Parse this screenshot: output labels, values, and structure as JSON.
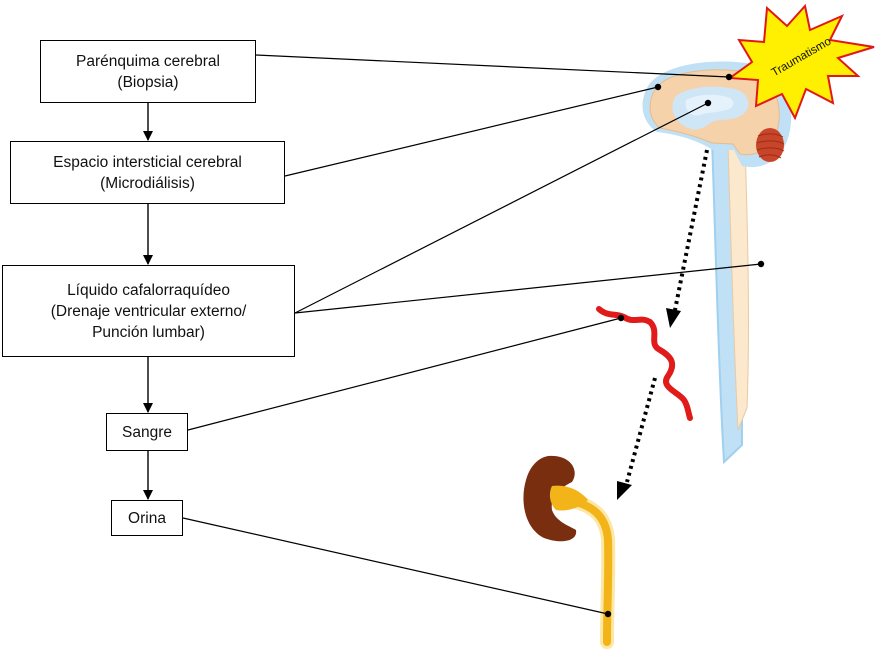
{
  "boxes": {
    "parenquima": {
      "title": "Parénquima cerebral",
      "subtitle": "(Biopsia)"
    },
    "espacio": {
      "title": "Espacio intersticial cerebral",
      "subtitle": "(Microdiálisis)"
    },
    "liquido": {
      "title": "Líquido cafalorraquídeo",
      "line2": "(Drenaje ventricular externo/",
      "line3": "Punción lumbar)"
    },
    "sangre": {
      "title": "Sangre"
    },
    "orina": {
      "title": "Orina"
    }
  },
  "burst": {
    "label": "Traumatismo"
  },
  "colors": {
    "box_border": "#000000",
    "connector": "#000000",
    "burst_fill": "#ffef00",
    "burst_stroke": "#e11818",
    "brain_fill": "#f6d2aa",
    "csf_fill": "#bfe0f5",
    "cerebellum": "#c8452a",
    "blood_vessel": "#e11a1a",
    "kidney": "#7a2e10",
    "urine": "#f2b418"
  }
}
